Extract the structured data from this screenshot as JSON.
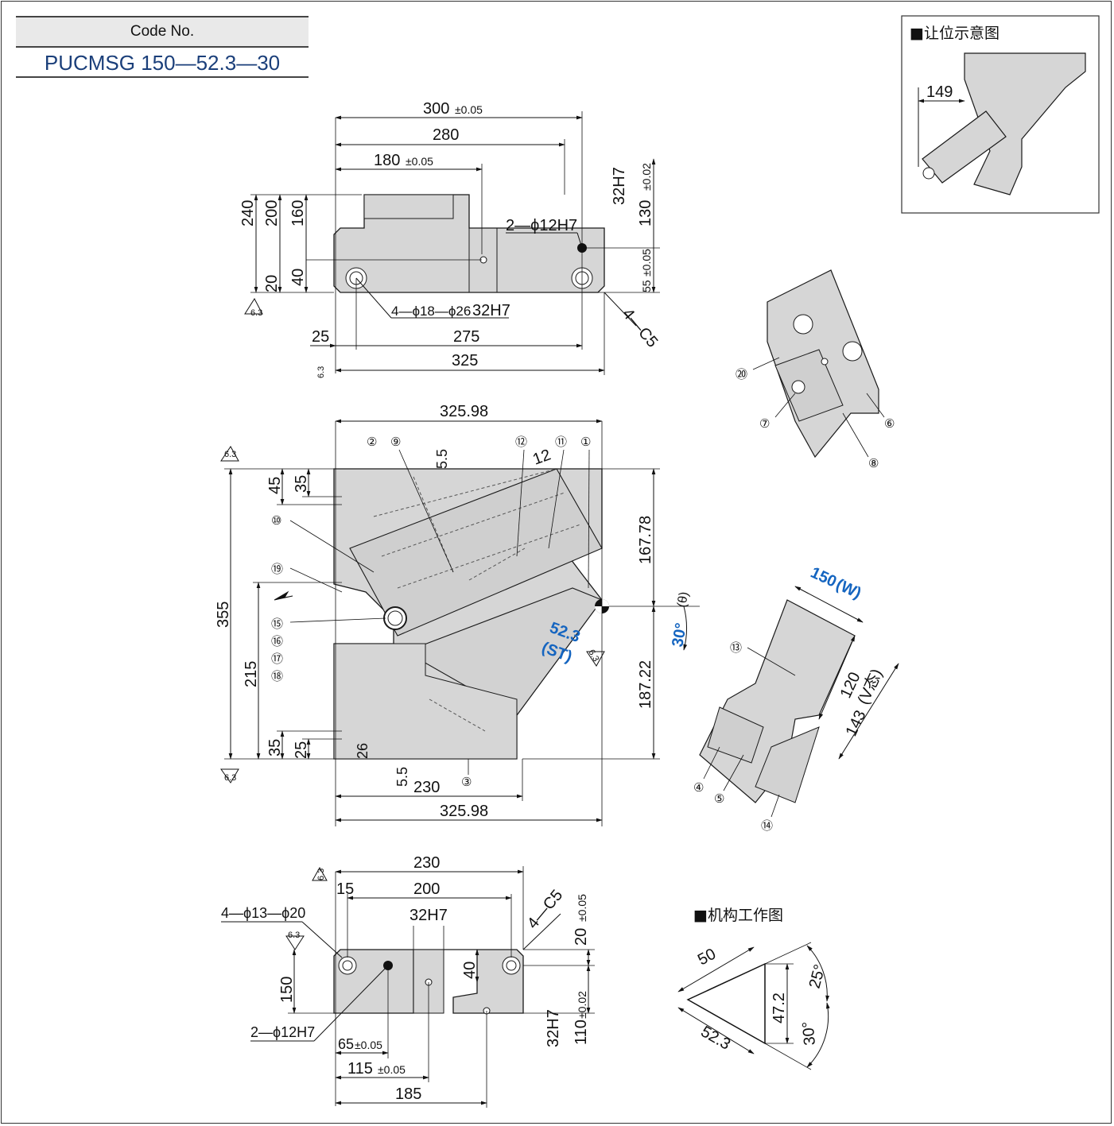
{
  "code_label": "Code No.",
  "code_value": "PUCMSG 150—52.3—30",
  "inset_title": "■让位示意图",
  "inset_dim": "149",
  "mech_title": "■机构工作图",
  "top_view": {
    "d300": "300",
    "tol_300": "±0.05",
    "d280": "280",
    "d180": "180",
    "tol_180": "±0.05",
    "d240": "240",
    "d200": "200",
    "d160": "160",
    "d20": "20",
    "d40": "40",
    "d32h7_right": "32H7",
    "d130": "130",
    "tol_130": "±0.02",
    "d55": "55",
    "tol_55": "±0.05",
    "hole_2": "2—ϕ12H7",
    "hole_4": "4—ϕ18—ϕ26",
    "d32h7_bottom": "32H7",
    "chamfer": "4—C5",
    "d25": "25",
    "d275": "275",
    "d325": "325",
    "rough": "6.3"
  },
  "front_view": {
    "d325_top": "325.98",
    "d325_bottom": "325.98",
    "d5_5_top": "5.5",
    "d12": "12",
    "d45": "45",
    "d35_top": "35",
    "d355": "355",
    "d215": "215",
    "d35_bottom": "35",
    "d25": "25",
    "d26": "26",
    "d5_5_bottom": "5.5",
    "d230": "230",
    "d167": "167.78",
    "d187": "187.22",
    "angle": "30°",
    "theta": "(θ)",
    "stroke": "52.3",
    "stroke_label": "(ST)",
    "rough": "6.3",
    "callouts": [
      "①",
      "②",
      "③",
      "⑨",
      "⑩",
      "⑪",
      "⑫",
      "⑮",
      "⑯",
      "⑰",
      "⑱",
      "⑲"
    ]
  },
  "detail_a": {
    "callouts": [
      "⑳",
      "⑦",
      "⑥",
      "⑧"
    ]
  },
  "detail_b": {
    "width": "150",
    "width_label": "(W)",
    "d120": "120",
    "d143": "143",
    "d143_label": "(V态)",
    "callouts": [
      "⑬",
      "④",
      "⑤",
      "⑭"
    ]
  },
  "bottom_view": {
    "d230": "230",
    "d15": "15",
    "d200": "200",
    "hole_4": "4—ϕ13—ϕ20",
    "d32h7_top": "32H7",
    "chamfer": "4—C5",
    "d20": "20",
    "tol_20": "±0.05",
    "d40": "40",
    "d150": "150",
    "hole_2": "2—ϕ12H7",
    "d32h7_right": "32H7",
    "d110": "110",
    "tol_110": "±0.02",
    "d65": "65",
    "tol_65": "±0.05",
    "d115": "115",
    "tol_115": "±0.05",
    "d185": "185",
    "rough": "6.3"
  },
  "mechanism": {
    "d50": "50",
    "d47": "47.2",
    "d52": "52.3",
    "a25": "25°",
    "a30": "30°"
  },
  "colors": {
    "part_fill": "#d6d6d6",
    "line": "#1a1a1a",
    "blue": "#1565c0",
    "header_bg": "#e9e9e9"
  }
}
